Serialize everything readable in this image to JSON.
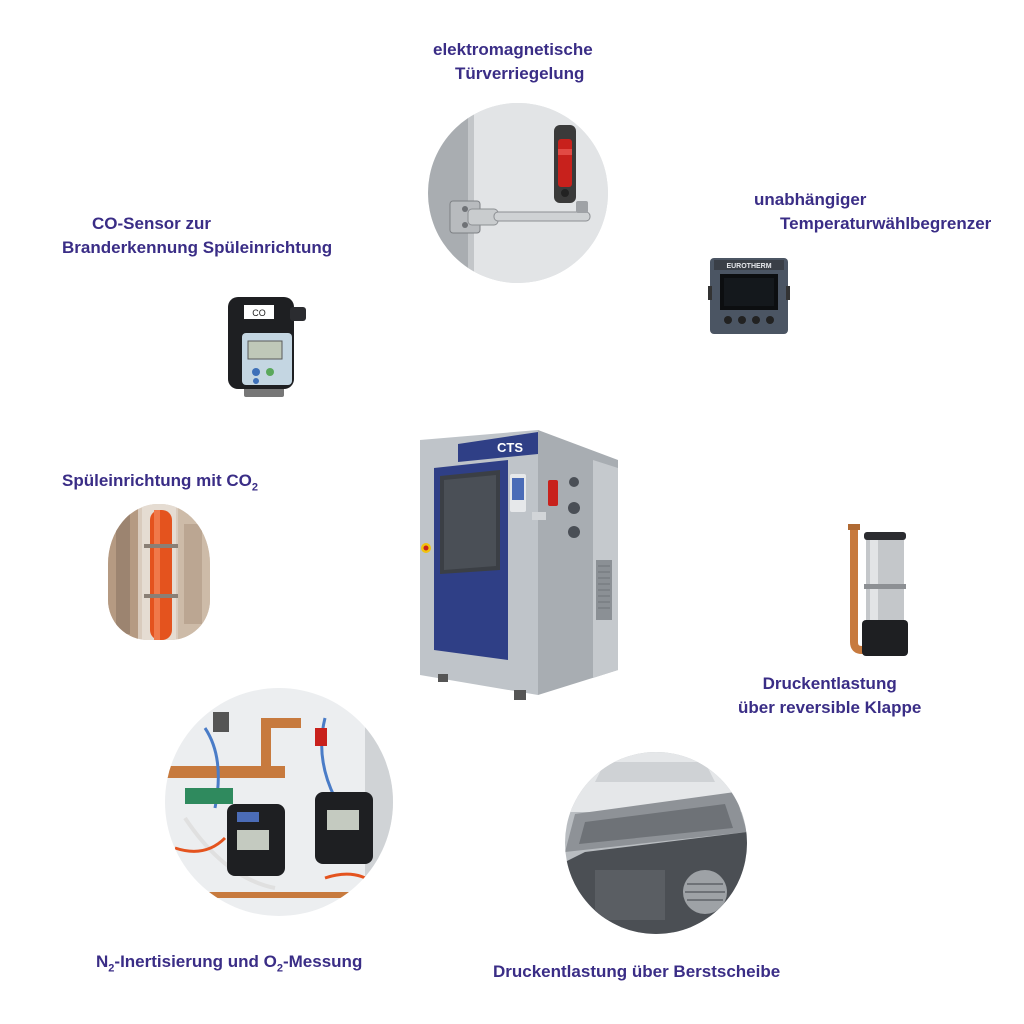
{
  "labels": {
    "door_lock": {
      "line1": "elektromagnetische",
      "line2": "Türverriegelung"
    },
    "co_sensor": {
      "line1": "CO-Sensor zur",
      "line2": "Branderkennung Spüleinrichtung"
    },
    "temp_limiter": {
      "line1": "unabhängiger",
      "line2": "Temperaturwählbegrenzer"
    },
    "co2_flush": {
      "prefix": "Spüleinrichtung mit CO",
      "sub": "2"
    },
    "pressure_flap": {
      "line1": "Druckentlastung",
      "line2": "über reversible Klappe"
    },
    "n2_inert": {
      "p1": "N",
      "s1": "2",
      "p2": "-Inertisierung und O",
      "s2": "2",
      "p3": "-Messung"
    },
    "burst_disc": {
      "line1": "Druckentlastung über Berstscheibe"
    }
  },
  "device_text": {
    "controller_brand": "EUROTHERM",
    "chamber_brand": "CTS",
    "co_sensor_tag": "CO"
  },
  "colors": {
    "label": "#3a2d86",
    "chamber_blue": "#2f3f86",
    "chamber_grey": "#bfc4c9",
    "copper": "#c77a3e"
  }
}
